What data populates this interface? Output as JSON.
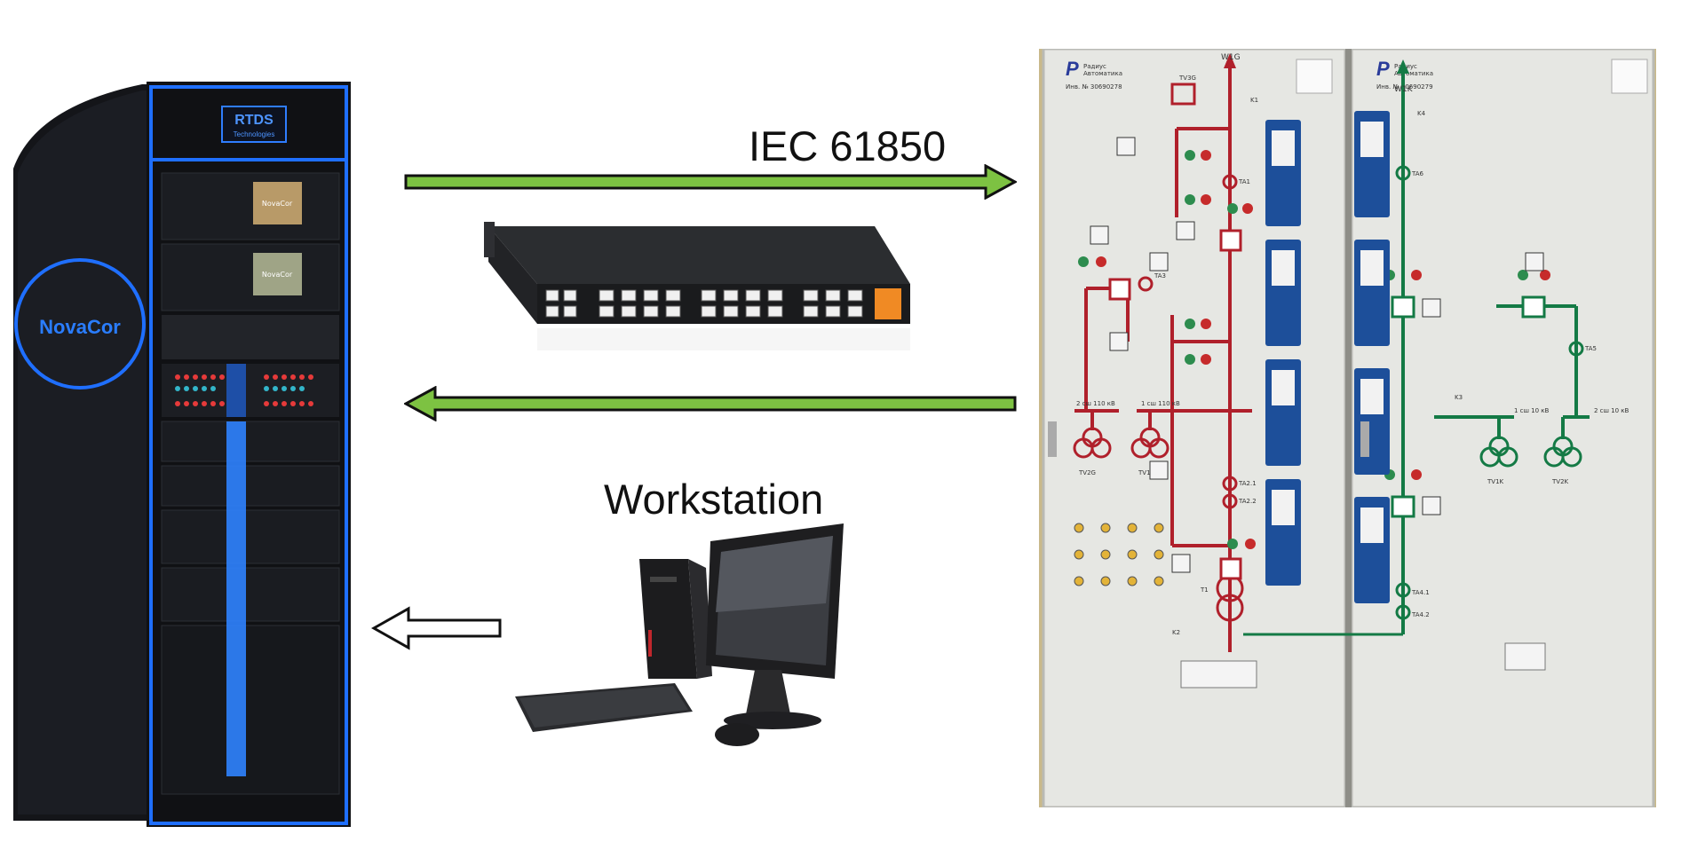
{
  "labels": {
    "protocol": "IEC 61850",
    "workstation": "Workstation"
  },
  "rack": {
    "brand_badge": "RTDS",
    "brand_sub": "Technologies",
    "side_logo": "NovaCor",
    "screen_text": "NovaCor"
  },
  "panels": {
    "left": {
      "logo": "Радиус",
      "logo_sub": "Автоматика",
      "serial": "Инв. № 30690278",
      "line_label": "W1G",
      "tv_top": "TV3G",
      "k1": "K1",
      "ta1": "TA1",
      "ta3": "TA3",
      "bus2": "2 сш 110 кВ",
      "bus1": "1 сш 110 кВ",
      "tv2g": "TV2G",
      "tv1g": "TV1G",
      "ta21": "TA2.1",
      "ta22": "TA2.2",
      "t1": "T1",
      "k2": "K2"
    },
    "right": {
      "logo": "Радиус",
      "logo_sub": "Автоматика",
      "serial": "Инв. № 30690279",
      "line_label": "W1K",
      "k4": "K4",
      "ta6": "TA6",
      "k3": "K3",
      "bus1": "1 сш 10 кВ",
      "bus2": "2 сш 10 кВ",
      "ta5": "TA5",
      "tv1k": "TV1K",
      "tv2k": "TV2K",
      "ta41": "TA4.1",
      "ta42": "TA4.2"
    }
  },
  "colors": {
    "arrow_green": "#7dc242",
    "rack_body": "#15171c",
    "rack_blue": "#1f6fff",
    "panel_bg": "#e6e7e3",
    "red_bus": "#b0202b",
    "green_bus": "#147a45",
    "relay_blue": "#1d4f9a"
  },
  "icons": [
    "rtds-rack",
    "ethernet-switch",
    "workstation-computer",
    "relay-panel-left",
    "relay-panel-right"
  ]
}
